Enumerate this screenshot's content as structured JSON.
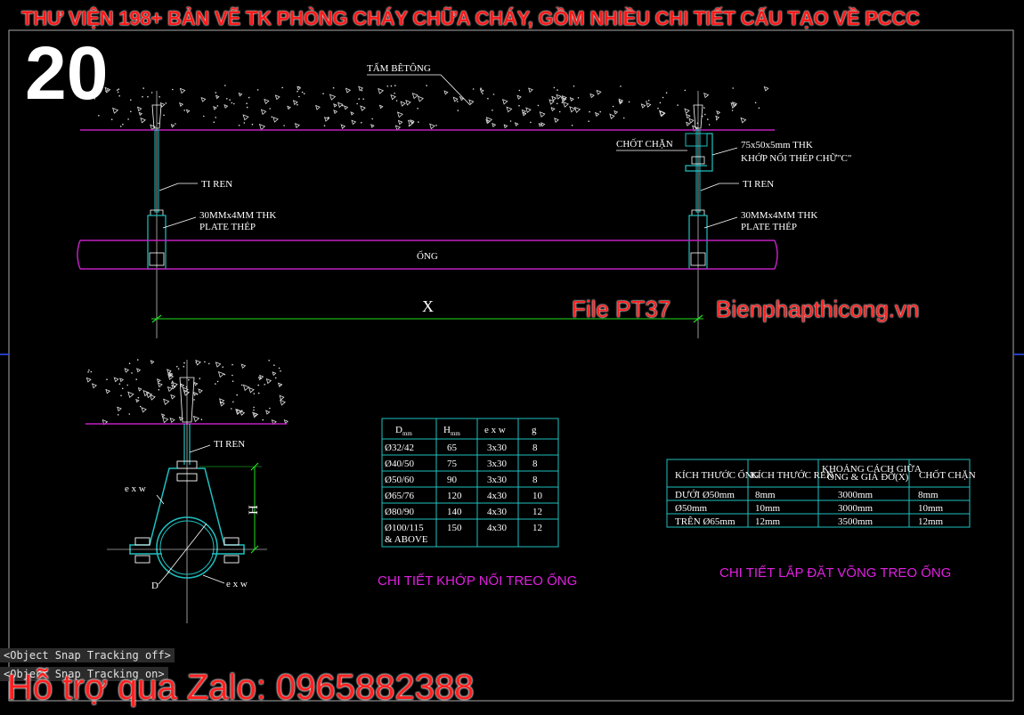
{
  "header": {
    "title": "THƯ VIỆN 198+ BẢN VẼ TK PHÒNG CHÁY CHỮA CHÁY, GỒM NHIỀU CHI TIẾT CẤU TẠO VỀ PCCC",
    "number": "20"
  },
  "drawing": {
    "concrete_label": "TẤM BÊTÔNG",
    "threaded_rod_label": "TI REN",
    "plate_label_1": "30MMx4MM THK",
    "plate_label_2": "PLATE THÉP",
    "pipe_label": "ỐNG",
    "span_label": "X",
    "stopper_label": "CHỐT CHẶN",
    "c_joint_label_1": "75x50x5mm THK",
    "c_joint_label_2": "KHỚP NỐI THÉP CHỮ\"C\"",
    "detail_rod_label": "TI REN",
    "detail_exw_label": "e x w",
    "detail_h_label": "H",
    "detail_d_label": "D"
  },
  "table1": {
    "headers": [
      "D",
      "mm",
      "H",
      "mm",
      "e x w",
      "g"
    ],
    "rows": [
      [
        "Ø32/42",
        "65",
        "3x30",
        "8"
      ],
      [
        "Ø40/50",
        "75",
        "3x30",
        "8"
      ],
      [
        "Ø50/60",
        "90",
        "3x30",
        "8"
      ],
      [
        "Ø65/76",
        "120",
        "4x30",
        "10"
      ],
      [
        "Ø80/90",
        "140",
        "4x30",
        "12"
      ],
      [
        "Ø100/115",
        "150",
        "4x30",
        "12"
      ]
    ],
    "last_row_extra": "& ABOVE",
    "caption": "CHI TIẾT KHỚP NỐI TREO ỐNG"
  },
  "table2": {
    "headers": [
      "KÍCH THƯỚC ỐNG",
      "KÍCH THƯỚC REN",
      "KHOẢNG CÁCH GIỮA",
      "ỐNG & GIÁ ĐỠ(X)",
      "CHỐT CHẶN"
    ],
    "rows": [
      [
        "DƯỚI Ø50mm",
        "8mm",
        "3000mm",
        "8mm"
      ],
      [
        "Ø50mm",
        "10mm",
        "3000mm",
        "10mm"
      ],
      [
        "TRÊN Ø65mm",
        "12mm",
        "3500mm",
        "12mm"
      ]
    ],
    "caption": "CHI TIẾT LẮP ĐẶT VÕNG TREO ỐNG"
  },
  "brand": {
    "file_label": "File PT37",
    "site": "Bienphapthicong.vn"
  },
  "command_line": {
    "line1": "<Object Snap Tracking off>",
    "line2": "<Object Snap Tracking on>"
  },
  "support": {
    "text": "Hỗ trợ qua Zalo: 0965882388"
  },
  "colors": {
    "background": "#000000",
    "line_magenta": "#c020c0",
    "line_cyan": "#20c0c0",
    "line_green": "#20e020",
    "text_red": "#ff2020"
  }
}
